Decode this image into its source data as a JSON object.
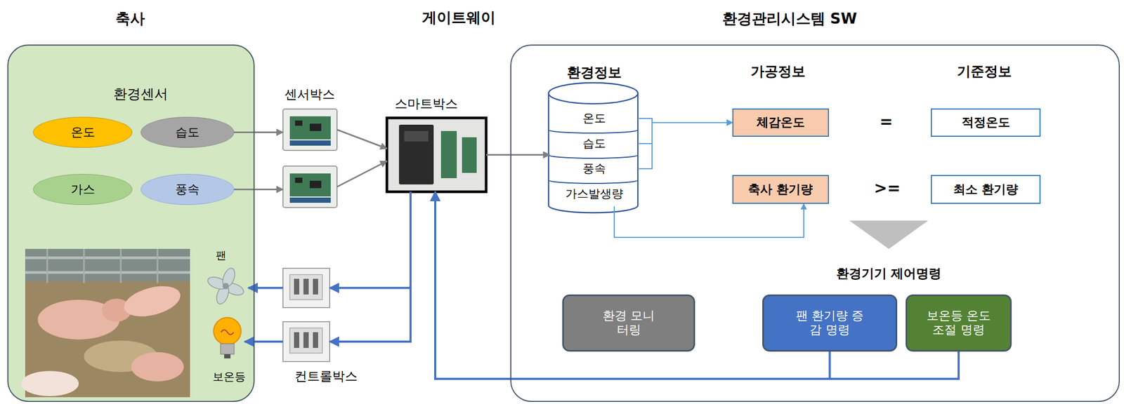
{
  "diagram": {
    "nodes": [
      {
        "text": [
          "축사",
          "환경센서"
        ]
      },
      {
        "text": [
          "온도"
        ],
        "in": 0
      },
      {
        "text": [
          "습도"
        ],
        "in": 0
      },
      {
        "text": [
          "가스"
        ],
        "in": 0
      },
      {
        "text": [
          "풍속"
        ],
        "in": 0
      },
      {
        "text": [
          "팬"
        ],
        "in": 0
      },
      {
        "text": [
          "보온등"
        ],
        "in": 0
      },
      {
        "text": [
          "센서박스"
        ]
      },
      {
        "text": []
      },
      {
        "text": [
          "스마트박스"
        ]
      },
      {
        "text": []
      },
      {
        "text": [
          "컨트롤박스"
        ]
      },
      {
        "text": [
          "환경관리시스템 SW"
        ]
      },
      {
        "text": [
          "환경정보"
        ],
        "in": 12
      },
      {
        "text": [
          "온도"
        ],
        "in": 13
      },
      {
        "text": [
          "습도"
        ],
        "in": 13
      },
      {
        "text": [
          "풍속"
        ],
        "in": 13
      },
      {
        "text": [
          "가스발생량"
        ],
        "in": 13
      },
      {
        "text": [
          "체감온도"
        ],
        "in": 12
      },
      {
        "text": [
          "적정온도"
        ],
        "in": 12
      },
      {
        "text": [
          "축사 환기량"
        ],
        "in": 12
      },
      {
        "text": [
          "최소 환기량"
        ],
        "in": 12
      },
      {
        "text": [
          "환경 모니터링"
        ],
        "in": 12
      },
      {
        "text": [
          "팬 환기량 증감 명령"
        ],
        "in": 12
      },
      {
        "text": [
          "보온등 온도 조절 명령"
        ],
        "in": 12
      }
    ],
    "edges": [
      {
        "from": 2,
        "to": 7,
        "arrow": "to"
      },
      {
        "from": 4,
        "to": 8,
        "arrow": "to"
      },
      {
        "from": 7,
        "to": 9,
        "arrow": "to"
      },
      {
        "from": 8,
        "to": 9,
        "arrow": "to"
      },
      {
        "from": 9,
        "to": 13,
        "arrow": "to"
      },
      {
        "from": 14,
        "to": 18,
        "arrow": "to"
      },
      {
        "from": 15,
        "to": 18,
        "arrow": "to"
      },
      {
        "from": 16,
        "to": 18,
        "arrow": "to"
      },
      {
        "from": 17,
        "to": 20,
        "arrow": "to"
      },
      {
        "from": 9,
        "to": 10,
        "arrow": "to"
      },
      {
        "from": 9,
        "to": 11,
        "arrow": "to"
      },
      {
        "from": 10,
        "to": 5,
        "arrow": "to"
      },
      {
        "from": 11,
        "to": 6,
        "arrow": "to"
      },
      {
        "from": 23,
        "to": 9,
        "arrow": "to"
      },
      {
        "from": 24,
        "to": 9,
        "arrow": "to"
      }
    ],
    "labels": [
      "게이트웨이",
      "가공정보",
      "기준정보",
      "=",
      ">=",
      "환경기기 제어명령"
    ]
  }
}
